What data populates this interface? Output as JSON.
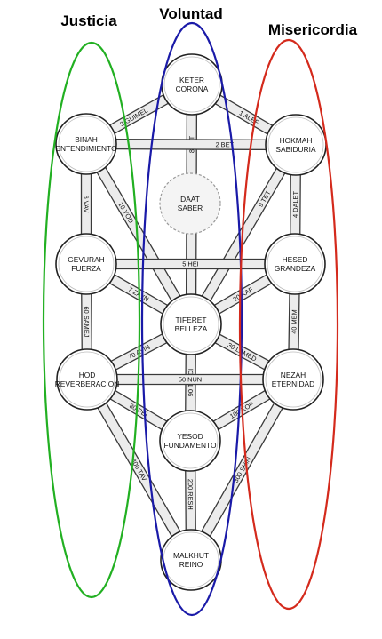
{
  "pillars": {
    "left": {
      "title": "Justicia",
      "color": "#22b022"
    },
    "middle": {
      "title": "Voluntad",
      "color": "#1a1aa8"
    },
    "right": {
      "title": "Misericordia",
      "color": "#d42a1c"
    }
  },
  "sefirot": [
    {
      "id": "keter",
      "line1": "KETER",
      "line2": "CORONA"
    },
    {
      "id": "binah",
      "line1": "BINAH",
      "line2": "ENTENDIMIENTO"
    },
    {
      "id": "hokmah",
      "line1": "HOKMAH",
      "line2": "SABIDURIA"
    },
    {
      "id": "daat",
      "line1": "DAAT",
      "line2": "SABER"
    },
    {
      "id": "gevurah",
      "line1": "GEVURAH",
      "line2": "FUERZA"
    },
    {
      "id": "hesed",
      "line1": "HESED",
      "line2": "GRANDEZA"
    },
    {
      "id": "tiferet",
      "line1": "TIFERET",
      "line2": "BELLEZA"
    },
    {
      "id": "hod",
      "line1": "HOD",
      "line2": "REVERBERACION"
    },
    {
      "id": "nezah",
      "line1": "NEZAH",
      "line2": "ETERNIDAD"
    },
    {
      "id": "yesod",
      "line1": "YESOD",
      "line2": "FUNDAMENTO"
    },
    {
      "id": "malkhut",
      "line1": "MALKHUT",
      "line2": "REINO"
    }
  ],
  "paths": [
    {
      "from": "keter",
      "to": "binah",
      "label": "3 GUIMEL"
    },
    {
      "from": "keter",
      "to": "hokmah",
      "label": "1 ALEF"
    },
    {
      "from": "keter",
      "to": "tiferet",
      "label": "8 JET"
    },
    {
      "from": "binah",
      "to": "hokmah",
      "label": "2 BET"
    },
    {
      "from": "binah",
      "to": "gevurah",
      "label": "6 VAV"
    },
    {
      "from": "binah",
      "to": "tiferet",
      "label": "10 YOD"
    },
    {
      "from": "hokmah",
      "to": "hesed",
      "label": "4 DALET"
    },
    {
      "from": "hokmah",
      "to": "tiferet",
      "label": "9 TET"
    },
    {
      "from": "gevurah",
      "to": "hesed",
      "label": "5 HEI"
    },
    {
      "from": "gevurah",
      "to": "tiferet",
      "label": "7 ZAYN"
    },
    {
      "from": "gevurah",
      "to": "hod",
      "label": "60 SAMEJ"
    },
    {
      "from": "hesed",
      "to": "tiferet",
      "label": "20 KAF"
    },
    {
      "from": "hesed",
      "to": "nezah",
      "label": "40 MEM"
    },
    {
      "from": "tiferet",
      "to": "hod",
      "label": "70 AYIN"
    },
    {
      "from": "tiferet",
      "to": "nezah",
      "label": "30 LAMED"
    },
    {
      "from": "tiferet",
      "to": "yesod",
      "label": "90 TZADI"
    },
    {
      "from": "hod",
      "to": "nezah",
      "label": "50 NUN"
    },
    {
      "from": "hod",
      "to": "yesod",
      "label": "80 PEI"
    },
    {
      "from": "nezah",
      "to": "yesod",
      "label": "100 KOF"
    },
    {
      "from": "hod",
      "to": "malkhut",
      "label": "400 TAV"
    },
    {
      "from": "nezah",
      "to": "malkhut",
      "label": "300 SHIN"
    },
    {
      "from": "yesod",
      "to": "malkhut",
      "label": "200 RESH"
    }
  ]
}
